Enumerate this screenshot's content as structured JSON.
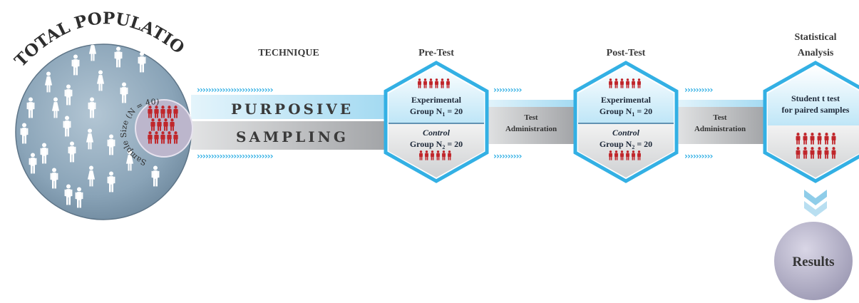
{
  "population": {
    "title": "TOTAL POPULATION",
    "sample_size": "Sample Size (N = 40)"
  },
  "technique": {
    "header": "TECHNIQUE",
    "line1": "PURPOSIVE",
    "line2": "SAMPLING"
  },
  "pretest": {
    "header": "Pre-Test",
    "top_line1": "Experimental",
    "top_line2": "Group  N",
    "top_sub": "1",
    "top_eq": " = 20",
    "bottom_line1": "Control",
    "bottom_line2": "Group  N",
    "bottom_sub": "2",
    "bottom_eq": " = 20"
  },
  "connector1": {
    "line1": "Test",
    "line2": "Administration"
  },
  "posttest": {
    "header": "Post-Test",
    "top_line1": "Experimental",
    "top_line2": "Group  N",
    "top_sub": "1",
    "top_eq": " = 20",
    "bottom_line1": "Control",
    "bottom_line2": "Group  N",
    "bottom_sub": "2",
    "bottom_eq": " = 20"
  },
  "connector2": {
    "line1": "Test",
    "line2": "Administration"
  },
  "analysis": {
    "header_line1": "Statistical",
    "header_line2": "Analysis",
    "line1": "Student t test",
    "line2": "for paired samples"
  },
  "results": {
    "label": "Results"
  },
  "colors": {
    "cyan": "#33b0e4",
    "light_blue": "#a8dcf2",
    "gray_band": "#a7a9ac",
    "person_red": "#c0262b",
    "circle": "#8aa4b8"
  }
}
